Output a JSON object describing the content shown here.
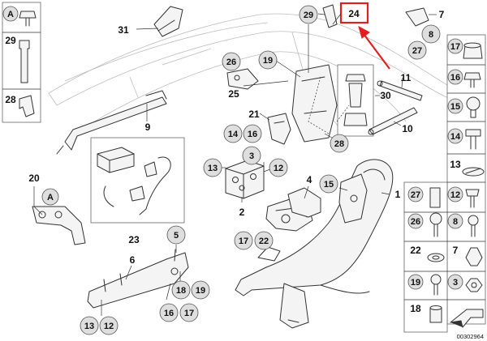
{
  "colors": {
    "highlight": "#e02020",
    "callout_fill": "#dedede",
    "line": "#333333"
  },
  "callouts": [
    {
      "id": "c31",
      "label": "31"
    },
    {
      "id": "c29top",
      "label": "29"
    },
    {
      "id": "c24",
      "label": "24",
      "highlighted": true
    },
    {
      "id": "c7",
      "label": "7"
    },
    {
      "id": "c8",
      "label": "8"
    },
    {
      "id": "c27top",
      "label": "27"
    },
    {
      "id": "c26a",
      "label": "26"
    },
    {
      "id": "c19a",
      "label": "19"
    },
    {
      "id": "c25",
      "label": "25"
    },
    {
      "id": "c11",
      "label": "11"
    },
    {
      "id": "c30",
      "label": "30"
    },
    {
      "id": "c10",
      "label": "10"
    },
    {
      "id": "c9",
      "label": "9"
    },
    {
      "id": "c21",
      "label": "21"
    },
    {
      "id": "c14",
      "label": "14"
    },
    {
      "id": "c16a",
      "label": "16"
    },
    {
      "id": "c28mid",
      "label": "28"
    },
    {
      "id": "c3",
      "label": "3"
    },
    {
      "id": "c13a",
      "label": "13"
    },
    {
      "id": "c12a",
      "label": "12"
    },
    {
      "id": "c2",
      "label": "2"
    },
    {
      "id": "c4",
      "label": "4"
    },
    {
      "id": "c15",
      "label": "15"
    },
    {
      "id": "c1",
      "label": "1"
    },
    {
      "id": "c20",
      "label": "20"
    },
    {
      "id": "cA2",
      "label": "A"
    },
    {
      "id": "c23",
      "label": "23"
    },
    {
      "id": "c5",
      "label": "5"
    },
    {
      "id": "c6",
      "label": "6"
    },
    {
      "id": "c17a",
      "label": "17"
    },
    {
      "id": "c22a",
      "label": "22"
    },
    {
      "id": "c18a",
      "label": "18"
    },
    {
      "id": "c19b",
      "label": "19"
    },
    {
      "id": "c16b",
      "label": "16"
    },
    {
      "id": "c17b",
      "label": "17"
    },
    {
      "id": "c13b",
      "label": "13"
    },
    {
      "id": "c12b",
      "label": "12"
    }
  ],
  "left_panel": [
    {
      "id": "lpA",
      "label": "A"
    },
    {
      "id": "lp29",
      "label": "29"
    },
    {
      "id": "lp28",
      "label": "28"
    }
  ],
  "right_panel": [
    {
      "id": "rp17",
      "label": "17"
    },
    {
      "id": "rp16",
      "label": "16"
    },
    {
      "id": "rp15",
      "label": "15"
    },
    {
      "id": "rp14",
      "label": "14"
    },
    {
      "id": "rp13",
      "label": "13"
    },
    {
      "id": "rp27",
      "label": "27"
    },
    {
      "id": "rp12",
      "label": "12"
    },
    {
      "id": "rp26",
      "label": "26"
    },
    {
      "id": "rp8",
      "label": "8"
    },
    {
      "id": "rp22",
      "label": "22"
    },
    {
      "id": "rp7",
      "label": "7"
    },
    {
      "id": "rp19",
      "label": "19"
    },
    {
      "id": "rp3",
      "label": "3"
    },
    {
      "id": "rp18",
      "label": "18"
    }
  ],
  "reference_number": "00302964"
}
